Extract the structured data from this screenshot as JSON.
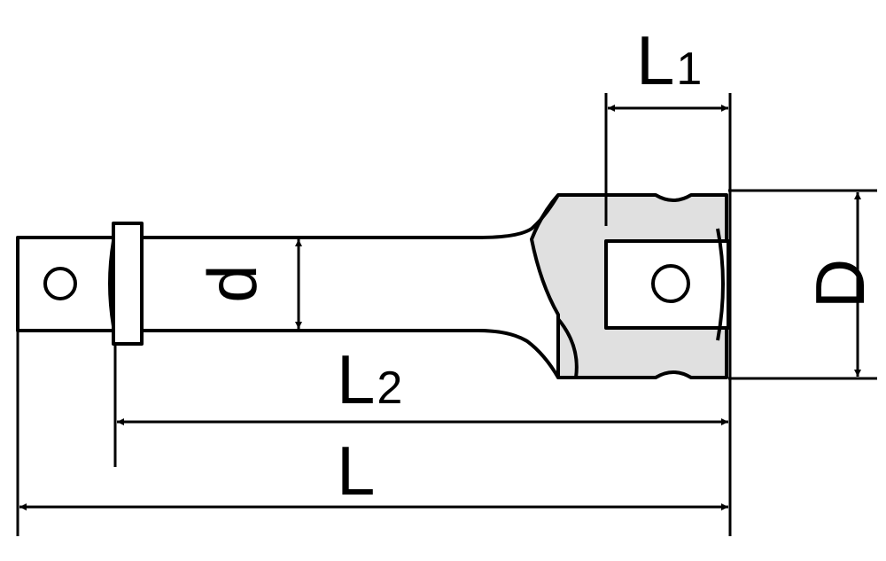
{
  "labels": {
    "L1_main": "L",
    "L1_sub": "1",
    "L2_main": "L",
    "L2_sub": "2",
    "L": "L",
    "D": "D",
    "d": "d"
  },
  "colors": {
    "stroke": "#000000",
    "socket_fill": "#e0e0e0",
    "background": "#ffffff"
  }
}
